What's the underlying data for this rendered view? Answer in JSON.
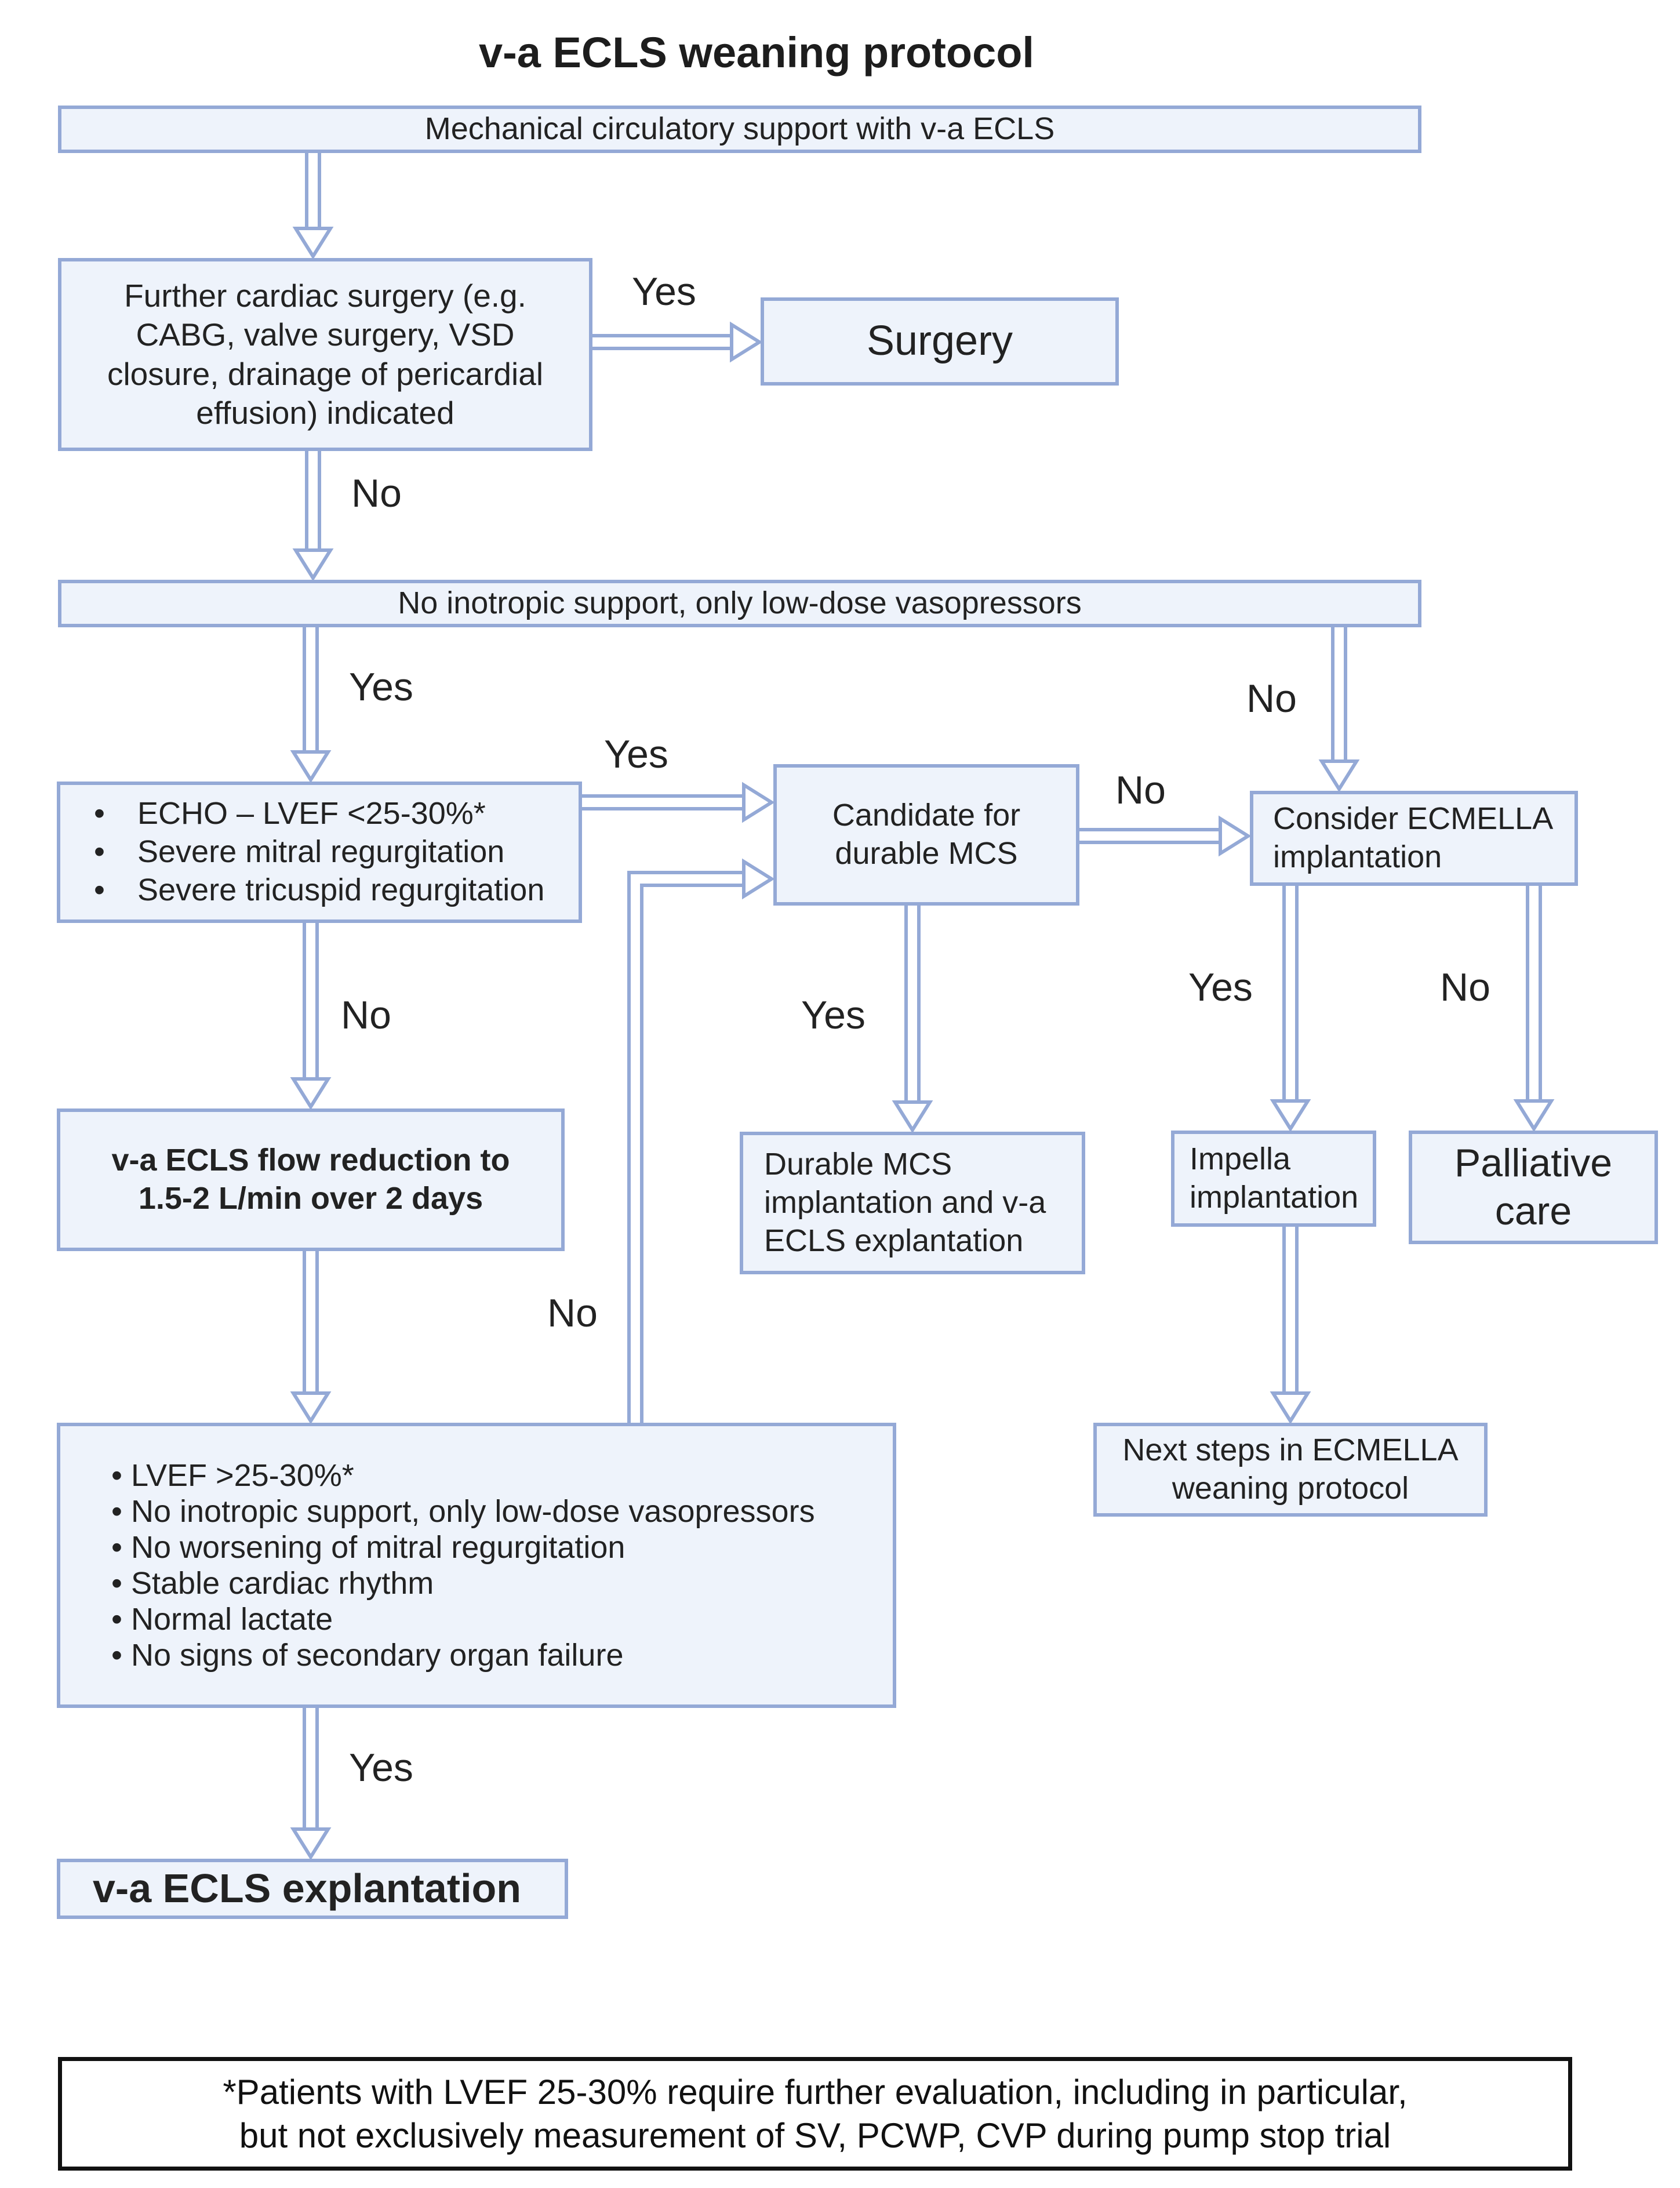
{
  "title": "v-a ECLS weaning protocol",
  "nodes": {
    "start": "Mechanical circulatory support with v-a ECLS",
    "surgery_question": [
      "Further cardiac surgery (e.g.",
      "CABG, valve surgery, VSD",
      "closure, drainage of pericardial",
      "effusion) indicated"
    ],
    "surgery": "Surgery",
    "inotropic": "No inotropic support, only low-dose vasopressors",
    "echo_criteria": [
      "ECHO – LVEF <25-30%*",
      "Severe mitral regurgitation",
      "Severe tricuspid regurgitation"
    ],
    "candidate": [
      "Candidate for",
      "durable MCS"
    ],
    "consider_ecmella": [
      "Consider ECMELLA",
      "implantation"
    ],
    "flow_reduction": [
      "v-a ECLS flow reduction to",
      "1.5-2 L/min over 2 days"
    ],
    "durable_mcs": [
      "Durable MCS",
      "implantation and v-a",
      "ECLS explantation"
    ],
    "impella": [
      "Impella",
      "implantation"
    ],
    "palliative": [
      "Palliative",
      "care"
    ],
    "next_steps": [
      "Next steps in ECMELLA",
      "weaning protocol"
    ],
    "weaning_criteria": [
      "LVEF >25-30%*",
      "No inotropic support, only low-dose vasopressors",
      "No worsening of mitral regurgitation",
      "Stable cardiac rhythm",
      "Normal lactate",
      "No signs of secondary organ failure"
    ],
    "explantation": "v-a ECLS explantation"
  },
  "edge_labels": {
    "surgery_yes": "Yes",
    "surgery_no": "No",
    "inotropic_yes": "Yes",
    "inotropic_no": "No",
    "echo_yes": "Yes",
    "candidate_no": "No",
    "echo_no": "No",
    "candidate_yes": "Yes",
    "ecmella_yes": "Yes",
    "ecmella_no": "No",
    "criteria_no": "No",
    "criteria_yes": "Yes"
  },
  "footnote": [
    "*Patients with LVEF 25-30% require further evaluation, including in particular,",
    "but not exclusively measurement of SV, PCWP, CVP during pump stop trial"
  ],
  "colors": {
    "box_fill": "#eef3fb",
    "box_border": "#94a9d6",
    "arrow": "#94a9d6",
    "text": "#222222"
  }
}
